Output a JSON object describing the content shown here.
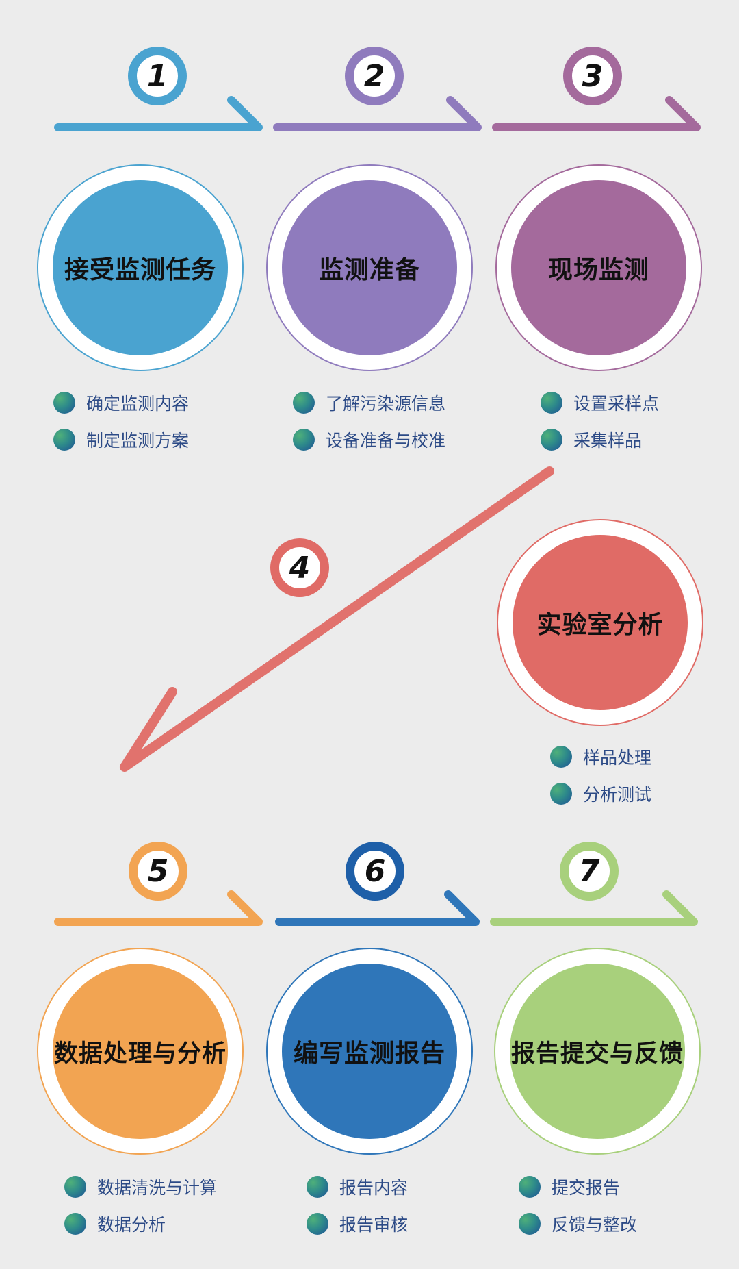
{
  "colors": {
    "step1": "#4aa3d0",
    "step2": "#8f7bbd",
    "step3": "#a46a9c",
    "step4": "#e06b66",
    "step5": "#f2a452",
    "step6": "#2f76b9",
    "step7": "#a8d07c",
    "bullet_text": "#2c4a86"
  },
  "steps": [
    {
      "number": "1",
      "title": "接受监测任务",
      "bullets": [
        "确定监测内容",
        "制定监测方案"
      ]
    },
    {
      "number": "2",
      "title": "监测准备",
      "bullets": [
        "了解污染源信息",
        "设备准备与校准"
      ]
    },
    {
      "number": "3",
      "title": "现场监测",
      "bullets": [
        "设置采样点",
        "采集样品"
      ]
    },
    {
      "number": "4",
      "title": "实验室分析",
      "bullets": [
        "样品处理",
        "分析测试"
      ]
    },
    {
      "number": "5",
      "title": "数据处理与分析",
      "bullets": [
        "数据清洗与计算",
        "数据分析"
      ]
    },
    {
      "number": "6",
      "title": "编写监测报告",
      "bullets": [
        "报告内容",
        "报告审核"
      ]
    },
    {
      "number": "7",
      "title": "报告提交与反馈",
      "bullets": [
        "提交报告",
        "反馈与整改"
      ]
    }
  ],
  "icons": {
    "bullet": "gradient-dot-icon",
    "arrow": "arrow-right-icon",
    "diagonal_arrow": "arrow-down-left-icon"
  }
}
